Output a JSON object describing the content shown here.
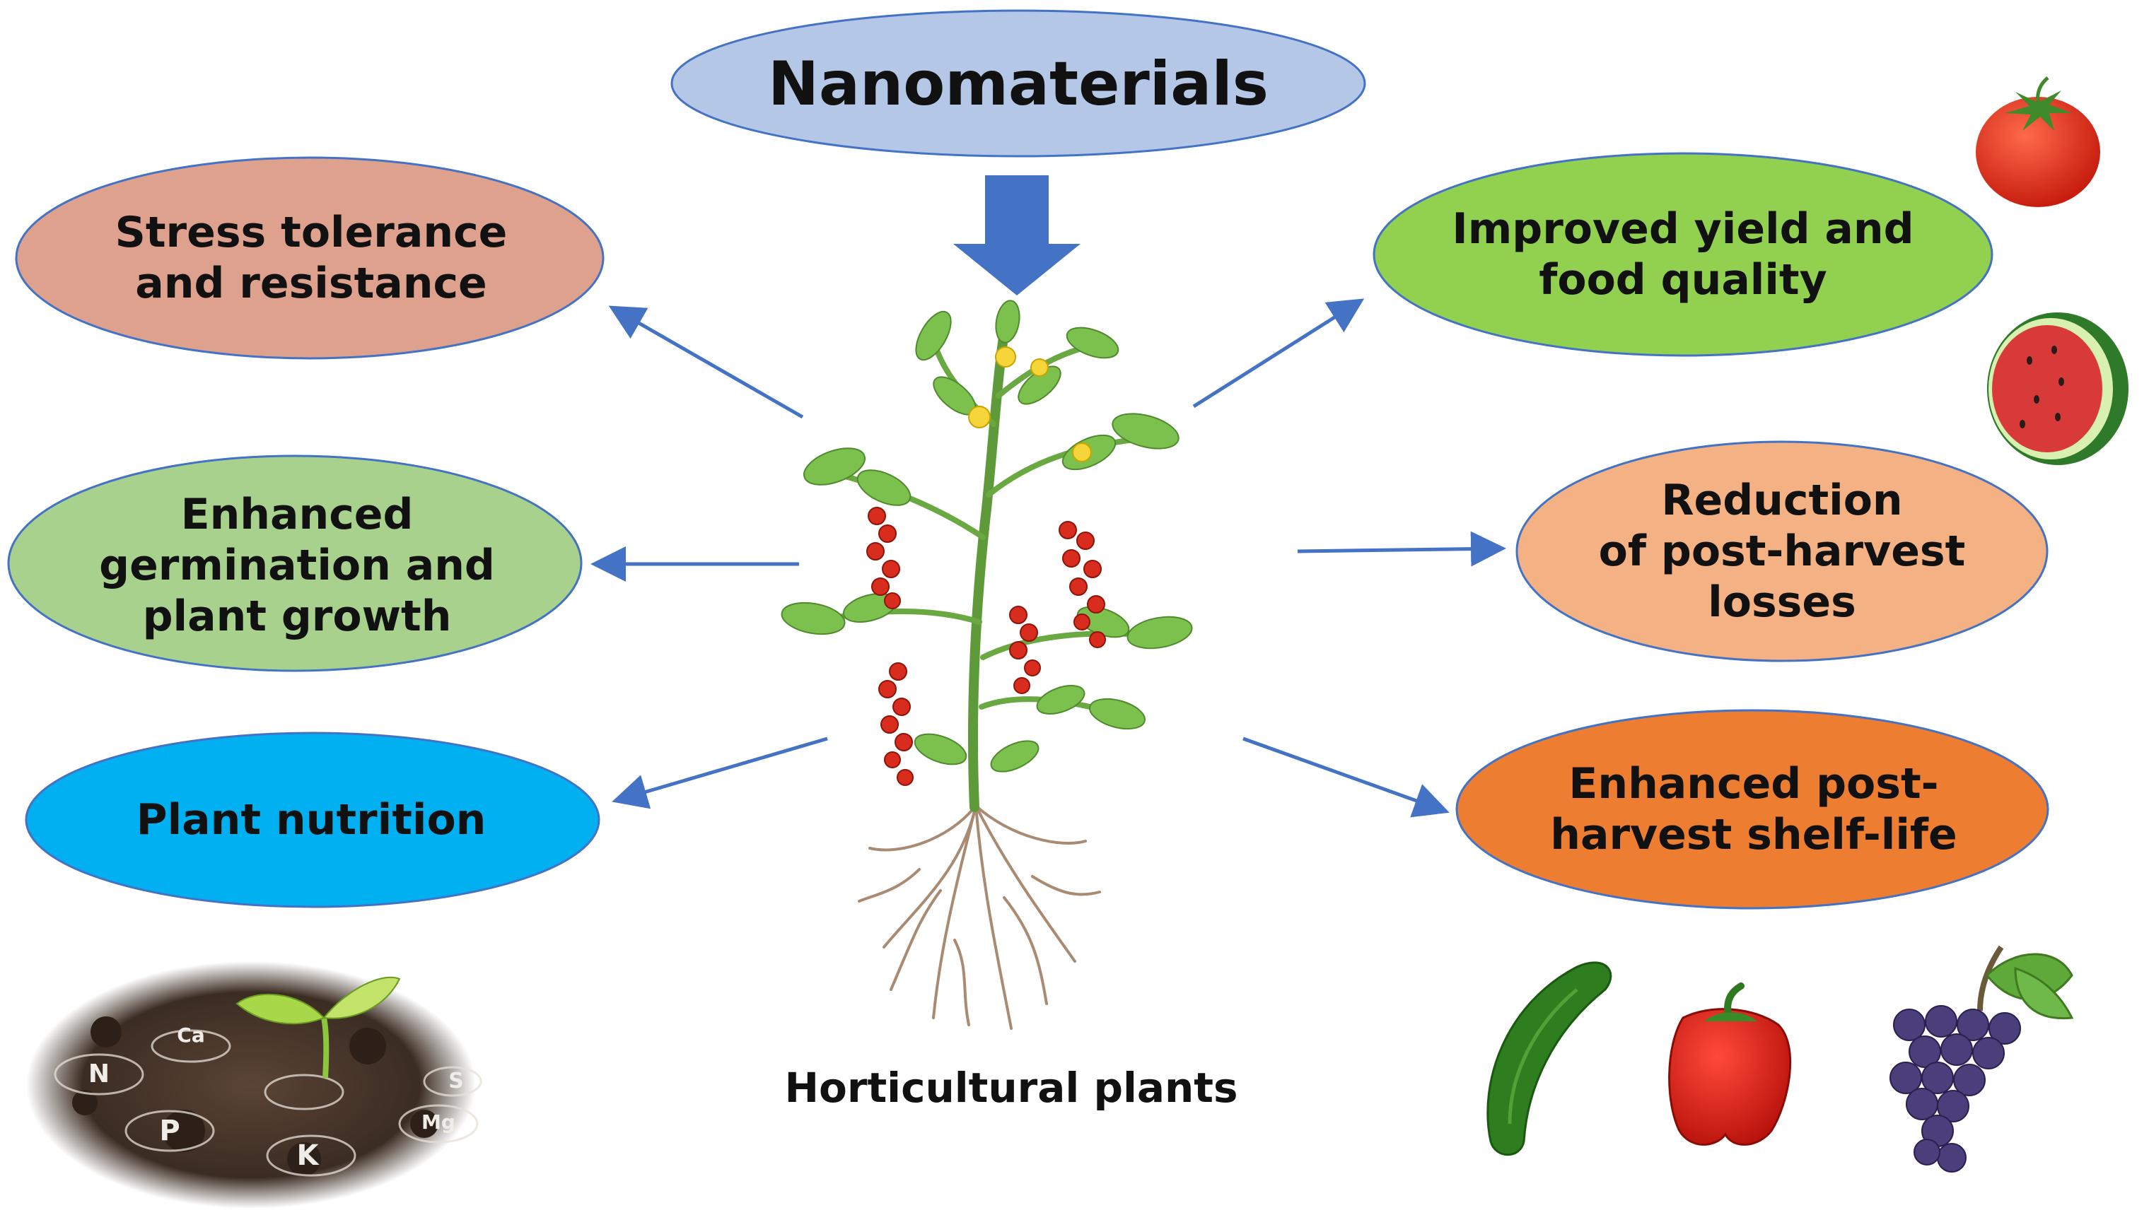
{
  "diagram": {
    "source": {
      "label": "Nanomaterials",
      "color": "#b4c7e7"
    },
    "center": {
      "label": "Horticultural plants"
    },
    "left_effects": [
      {
        "label": "Stress tolerance\nand resistance",
        "color": "#dea18d"
      },
      {
        "label": "Enhanced\ngermination and\nplant growth",
        "color": "#a9d18e"
      },
      {
        "label": "Plant nutrition",
        "color": "#00b0f0"
      }
    ],
    "right_effects": [
      {
        "label": "Improved yield and\nfood quality",
        "color": "#92d050"
      },
      {
        "label": "Reduction\nof post-harvest\nlosses",
        "color": "#f4b183"
      },
      {
        "label": "Enhanced post-\nharvest shelf-life",
        "color": "#ed7d31"
      }
    ],
    "soil_nutrients": [
      "Ca",
      "N",
      "P",
      "K",
      "S",
      "Mg"
    ],
    "arrow_color": "#4472c4",
    "outline_color": "#4472c4"
  }
}
